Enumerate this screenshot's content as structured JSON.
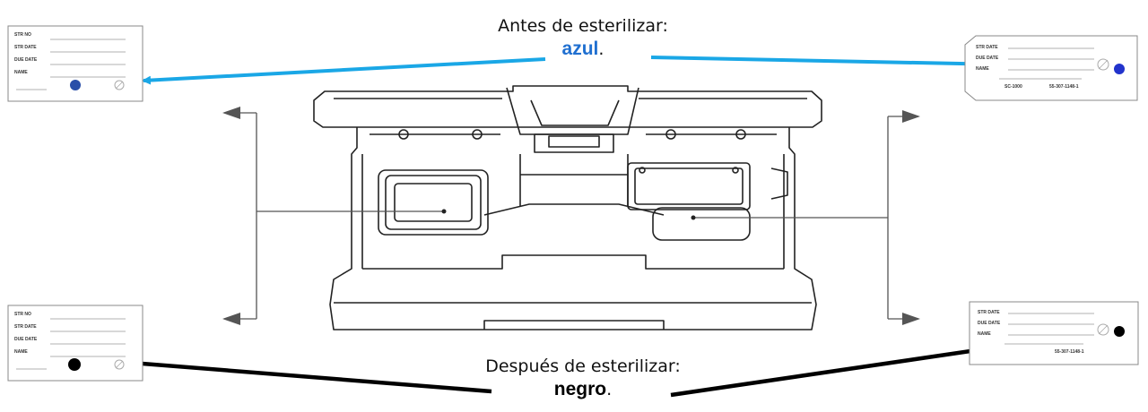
{
  "captions": {
    "before": {
      "text": "Antes de esterilizar:",
      "color_word": "azul",
      "punct": ".",
      "color_hex": "#1f6fd0"
    },
    "after": {
      "text": "Después de esterilizar:",
      "color_word": "negro",
      "punct": ".",
      "color_hex": "#000000"
    }
  },
  "tags": {
    "top_left": {
      "lines": [
        "STR NO",
        "STR DATE",
        "DUE DATE",
        "NAME"
      ],
      "dot": "blue-dot-icon"
    },
    "top_right": {
      "lines": [
        "STR DATE",
        "DUE DATE",
        "NAME"
      ],
      "footer": [
        "SC-1000",
        "55-307-1148-1"
      ],
      "dot": "blue-dot-icon"
    },
    "bottom_left": {
      "lines": [
        "STR NO",
        "STR DATE",
        "DUE DATE",
        "NAME"
      ],
      "dot": "black-dot-icon"
    },
    "bottom_right": {
      "lines": [
        "STR DATE",
        "DUE DATE",
        "NAME"
      ],
      "footer": [
        "",
        "55-307-1148-1"
      ],
      "dot": "black-dot-icon"
    }
  },
  "colors": {
    "arrow_blue": "#1aa7e6",
    "arrow_black": "#000000",
    "indicator_blue": "#2233cc",
    "drawing": "#222222"
  }
}
